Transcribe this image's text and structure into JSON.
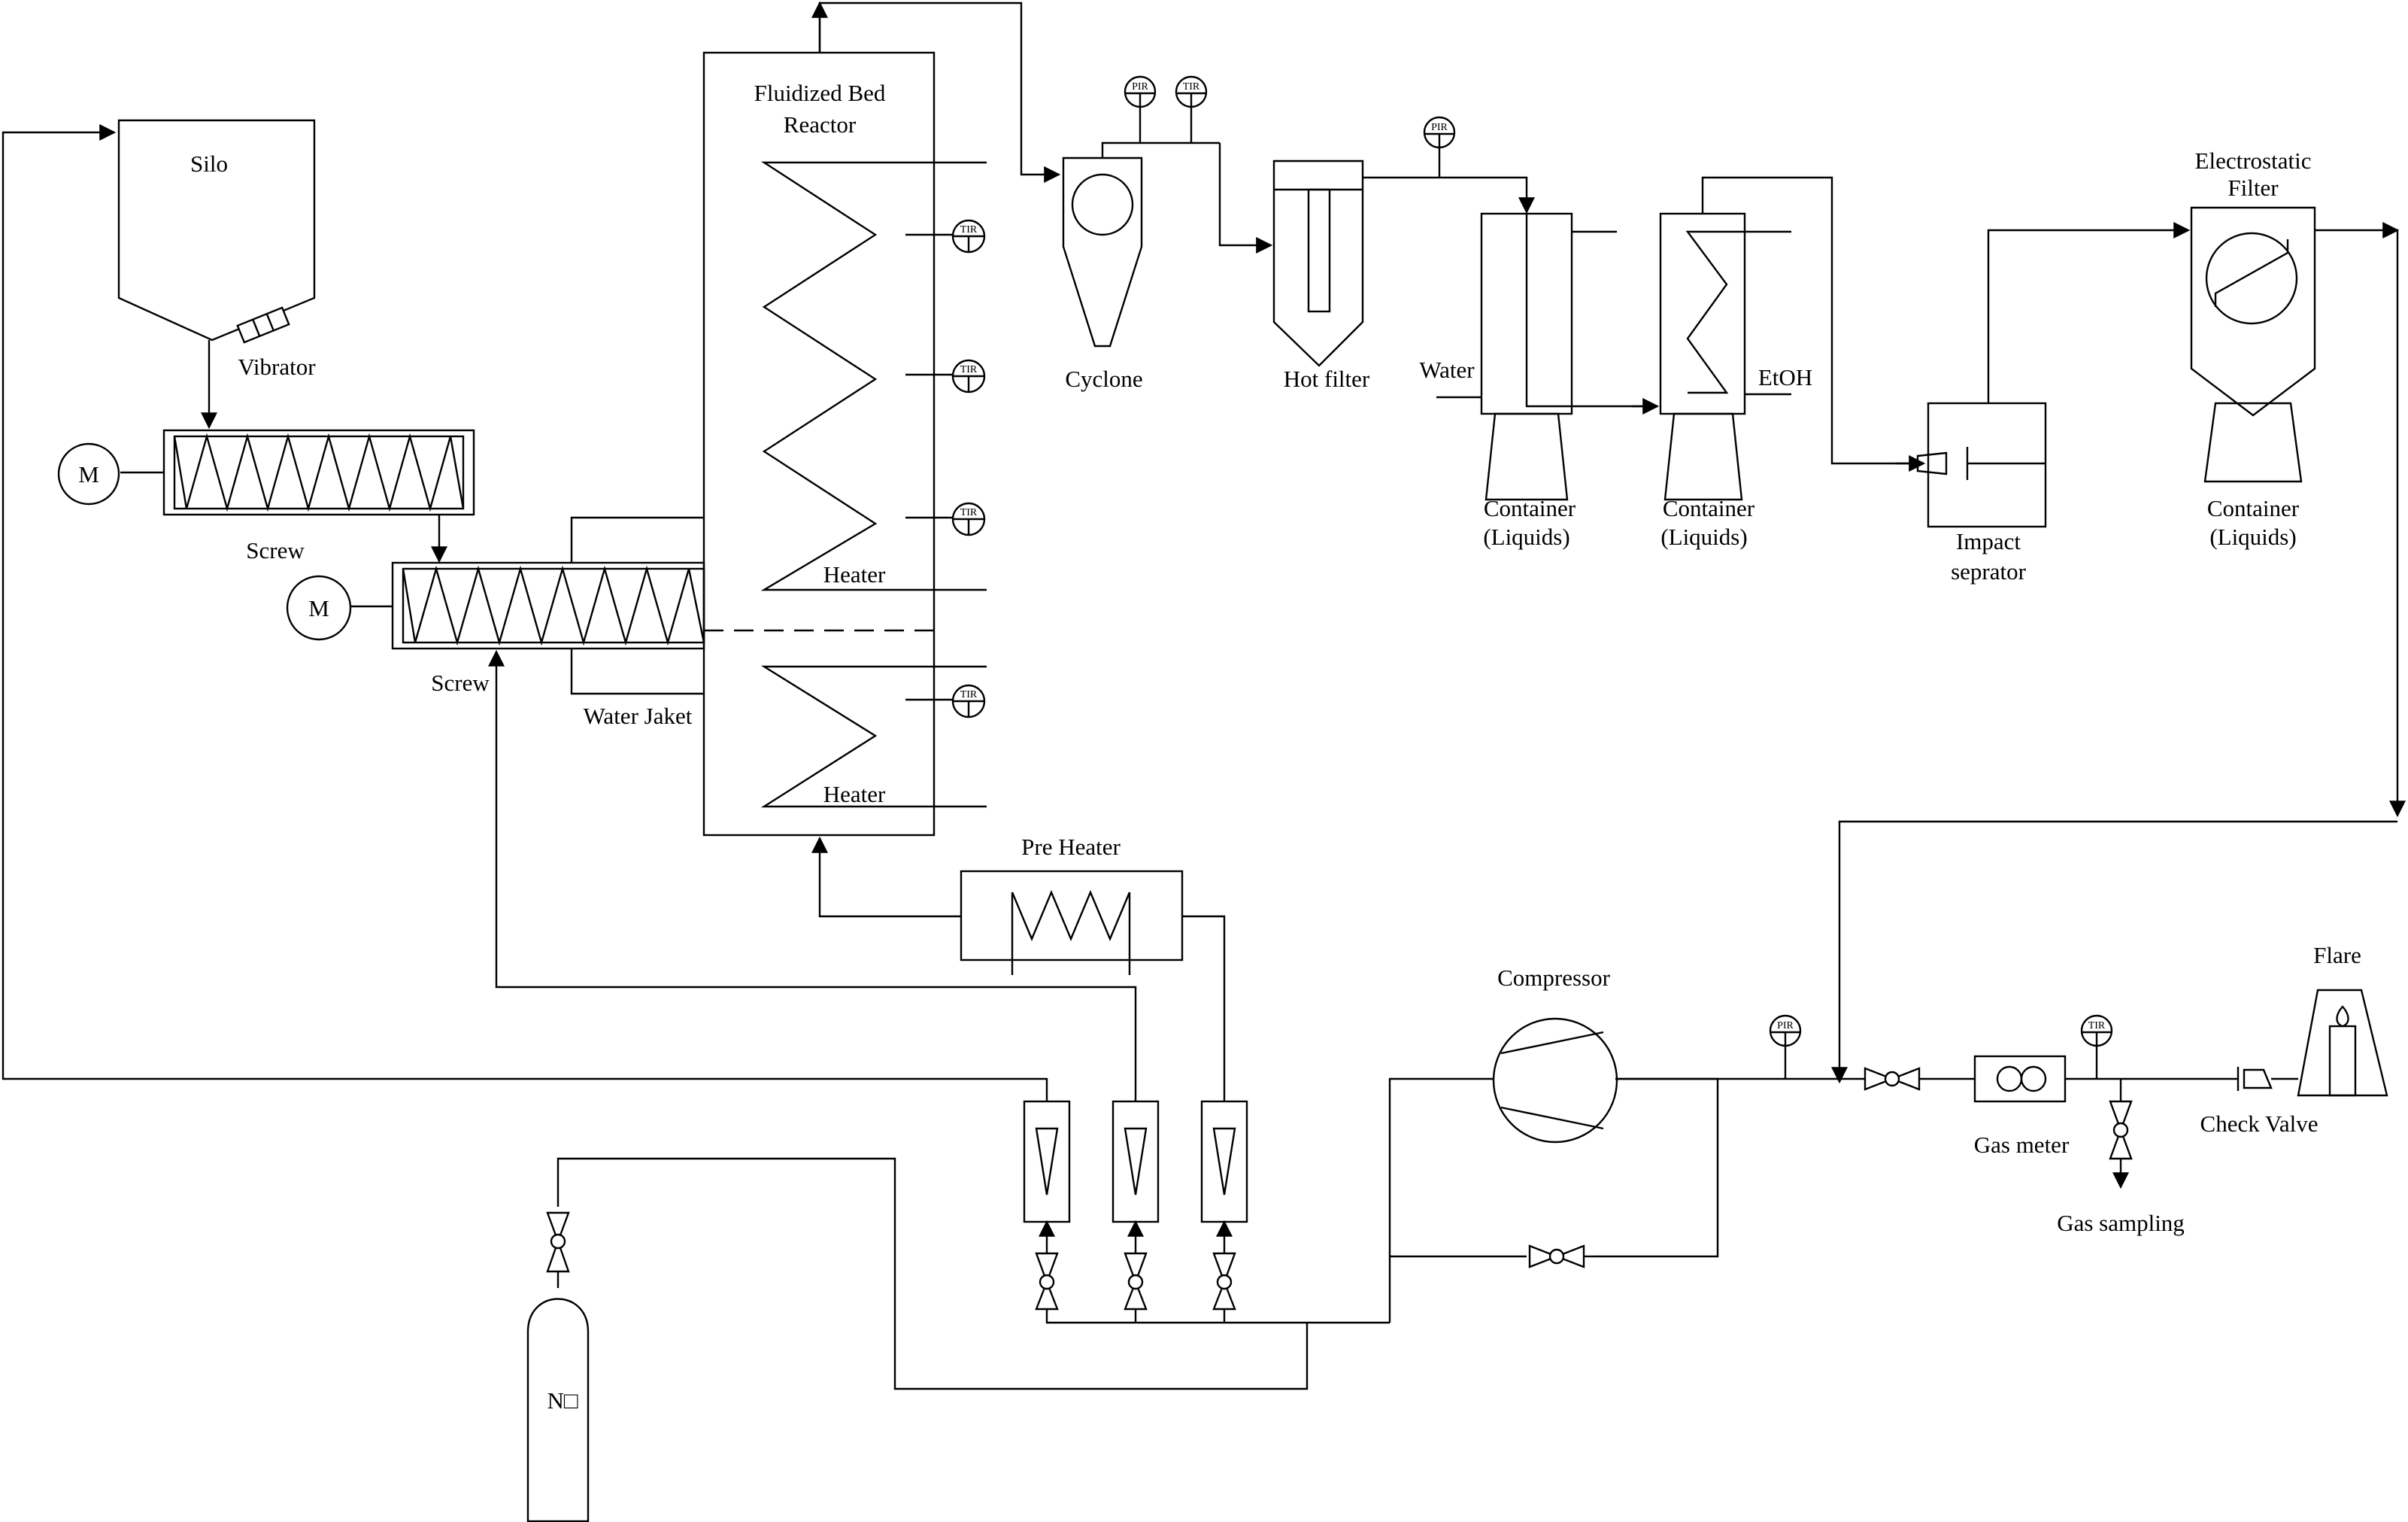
{
  "diagram": {
    "labels": {
      "silo": "Silo",
      "vibrator": "Vibrator",
      "screw_upper": "Screw",
      "screw_lower": "Screw",
      "motor_upper": "M",
      "motor_lower": "M",
      "water_jacket": "Water Jaket",
      "reactor_line1": "Fluidized Bed",
      "reactor_line2": "Reactor",
      "heater_upper": "Heater",
      "heater_lower": "Heater",
      "cyclone": "Cyclone",
      "hot_filter": "Hot filter",
      "water": "Water",
      "etoh": "EtOH",
      "container1_line1": "Container",
      "container1_line2": "(Liquids)",
      "container2_line1": "Container",
      "container2_line2": "(Liquids)",
      "container3_line1": "Container",
      "container3_line2": "(Liquids)",
      "impact_line1": "Impact",
      "impact_line2": "seprator",
      "esp_line1": "Electrostatic",
      "esp_line2": "Filter",
      "pre_heater": "Pre Heater",
      "compressor": "Compressor",
      "gas_meter": "Gas meter",
      "gas_sampling": "Gas sampling",
      "check_valve": "Check Valve",
      "flare": "Flare",
      "n2_bottle": "N□"
    },
    "instrument_tags": {
      "tir": "TIR",
      "pir": "PIR"
    }
  }
}
